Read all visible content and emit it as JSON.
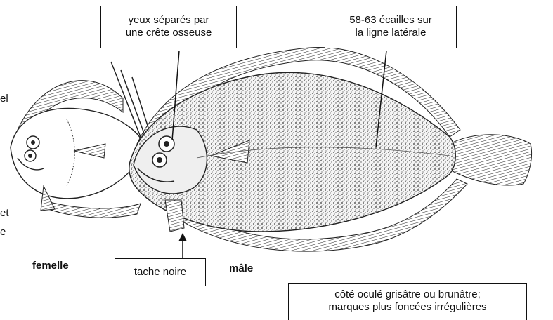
{
  "callouts": {
    "eyes": {
      "line1": "yeux séparés par",
      "line2": "une crête osseuse"
    },
    "scales": {
      "line1": "58-63 écailles sur",
      "line2": "la ligne latérale"
    },
    "spot": {
      "text": "tache noire"
    },
    "blind_side": {
      "line1": "côté oculé grisâtre ou brunâtre;",
      "line2": "marques plus foncées irrégulières"
    }
  },
  "labels": {
    "female": "femelle",
    "male": "mâle"
  },
  "edge_fragments": {
    "a": "el",
    "b": "et",
    "c": "e"
  },
  "icons": {
    "arrow": "arrow-icon",
    "fish": "flatfish-illustration"
  }
}
